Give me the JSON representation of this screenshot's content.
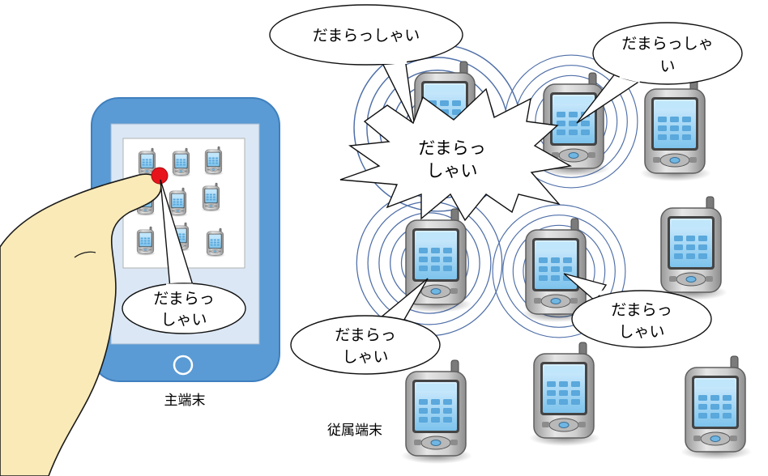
{
  "master": {
    "label": "主端末",
    "bubble": [
      "だまらっ",
      "しゃい"
    ]
  },
  "slaves": {
    "label": "従属端末"
  },
  "bubbles": {
    "top_left": "だまらっしゃい",
    "top_right": [
      "だまらっしゃ",
      "い"
    ],
    "burst": [
      "だまらっ",
      "しゃい"
    ],
    "mid_right": [
      "だまらっ",
      "しゃい"
    ],
    "bottom_left": [
      "だまらっ",
      "しゃい"
    ]
  },
  "colors": {
    "tablet_body": "#5a9bd5",
    "screen_bezel": "#dbe7f4",
    "finger_fill": "#faeab7",
    "tap_dot": "#e8141c",
    "phone_screen": "#9fd3f2",
    "wave_ring": "#4f6fa8"
  }
}
